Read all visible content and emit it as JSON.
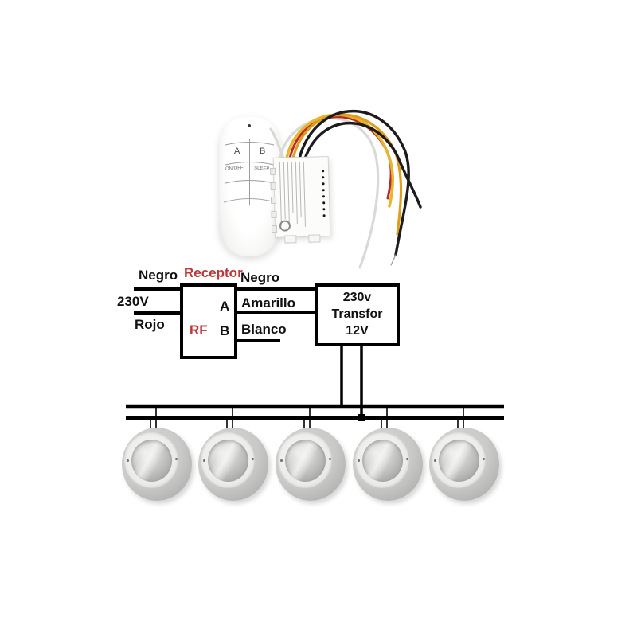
{
  "colors": {
    "accent_red": "#b93a3c",
    "schematic_black": "#000000",
    "wire_yellow": "#e7b62c",
    "wire_orange": "#df9f1e",
    "wire_red": "#ba2a26",
    "wire_black": "#1c1c1c",
    "wire_white": "#d9d9d7"
  },
  "photo": {
    "remote": {
      "button_a": "A",
      "button_b": "B",
      "button_onoff": "ON/OFF",
      "button_sleep": "SLEEP"
    }
  },
  "schematic": {
    "input_labels": {
      "negro": "Negro",
      "voltage": "230V",
      "rojo": "Rojo"
    },
    "receptor_box": {
      "title": "Receptor",
      "rf_label": "RF",
      "terminal_a": "A",
      "terminal_b": "B"
    },
    "output_labels": {
      "negro": "Negro",
      "amarillo": "Amarillo",
      "blanco": "Blanco"
    },
    "transformer_box": {
      "line1": "230v",
      "line2": "Transfor",
      "line3": "12V"
    },
    "lights": {
      "count": 5
    }
  }
}
